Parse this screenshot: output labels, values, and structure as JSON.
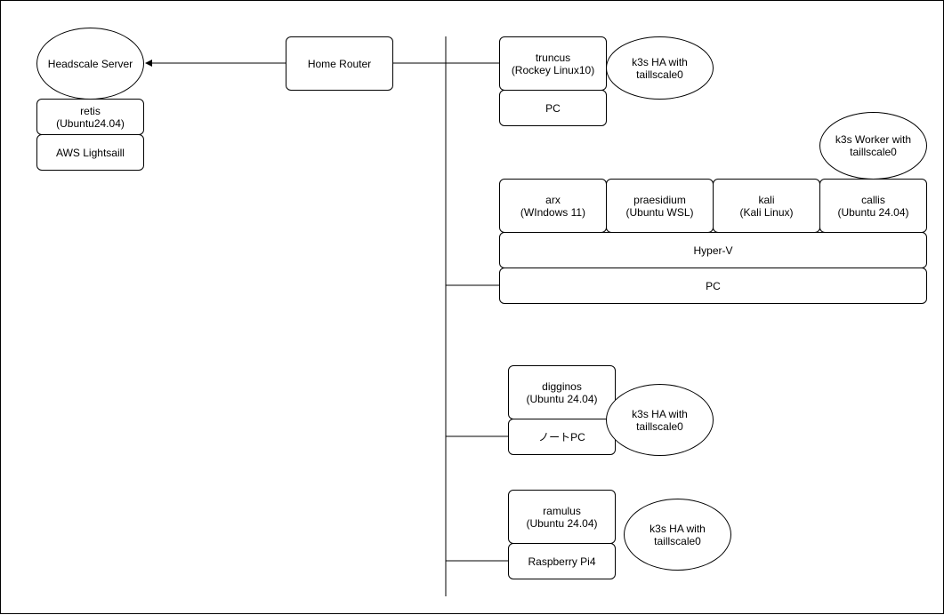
{
  "diagram": {
    "headscale_server": "Headscale Server",
    "home_router": "Home Router",
    "retis": "retis\n(Ubuntu24.04)",
    "aws_lightsail": "AWS Lightsaill",
    "truncus": "truncus\n(Rockey Linux10)",
    "truncus_pc": "PC",
    "truncus_k3s": "k3s HA with\ntaillscale0",
    "worker_k3s": "k3s Worker with\ntaillscale0",
    "arx": "arx\n(WIndows 11)",
    "praesidium": "praesidium\n(Ubuntu WSL)",
    "kali": "kali\n(Kali Linux)",
    "callis": "callis\n(Ubuntu 24.04)",
    "hyperv": "Hyper-V",
    "hyperv_pc": "PC",
    "digginos": "digginos\n(Ubuntu 24.04)",
    "digginos_laptop": "ノートPC",
    "digginos_k3s": "k3s HA with\ntaillscale0",
    "ramulus": "ramulus\n(Ubuntu 24.04)",
    "raspberry": "Raspberry Pi4",
    "ramulus_k3s": "k3s HA with\ntaillscale0"
  }
}
